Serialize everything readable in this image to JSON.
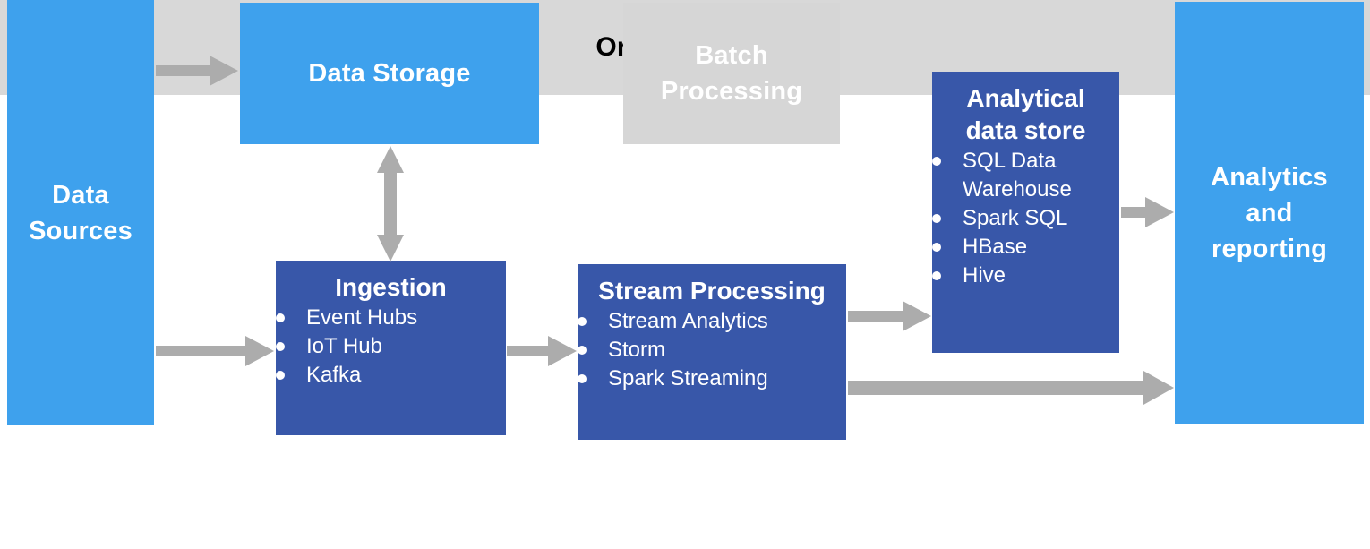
{
  "colors": {
    "light_blue": "#3EA1ED",
    "dark_blue": "#3857A9",
    "box_gray": "#D6D6D6",
    "bar_gray": "#D8D8D8",
    "arrow_gray": "#ACACAC",
    "text_white": "#FFFFFF"
  },
  "nodes": {
    "data_sources": {
      "label": "Data\nSources"
    },
    "data_storage": {
      "label": "Data Storage"
    },
    "batch_processing": {
      "label": "Batch\nProcessing"
    },
    "ingestion": {
      "title": "Ingestion",
      "items": [
        "Event Hubs",
        "IoT Hub",
        "Kafka"
      ]
    },
    "stream_processing": {
      "title": "Stream Processing",
      "items": [
        "Stream Analytics",
        "Storm",
        "Spark Streaming"
      ]
    },
    "analytical_data_store": {
      "title": "Analytical\ndata store",
      "items": [
        "SQL Data Warehouse",
        "Spark SQL",
        "HBase",
        "Hive"
      ]
    },
    "analytics_reporting": {
      "label": "Analytics\nand\nreporting"
    },
    "orchestration": {
      "label": "Orchestration"
    }
  }
}
